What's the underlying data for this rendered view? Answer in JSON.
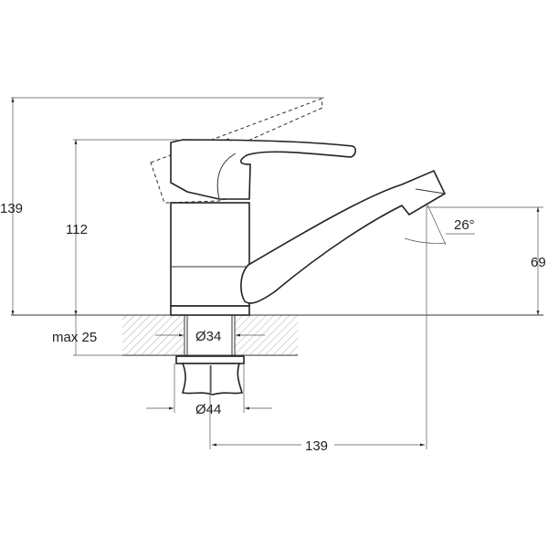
{
  "dimensions": {
    "overall_height_raised": "139",
    "height_to_handle": "112",
    "max_counter_thickness": "max 25",
    "shank_diameter": "Ø34",
    "nut_diameter": "Ø44",
    "spout_reach": "139",
    "spout_outlet_height": "69",
    "spout_angle": "26°"
  }
}
